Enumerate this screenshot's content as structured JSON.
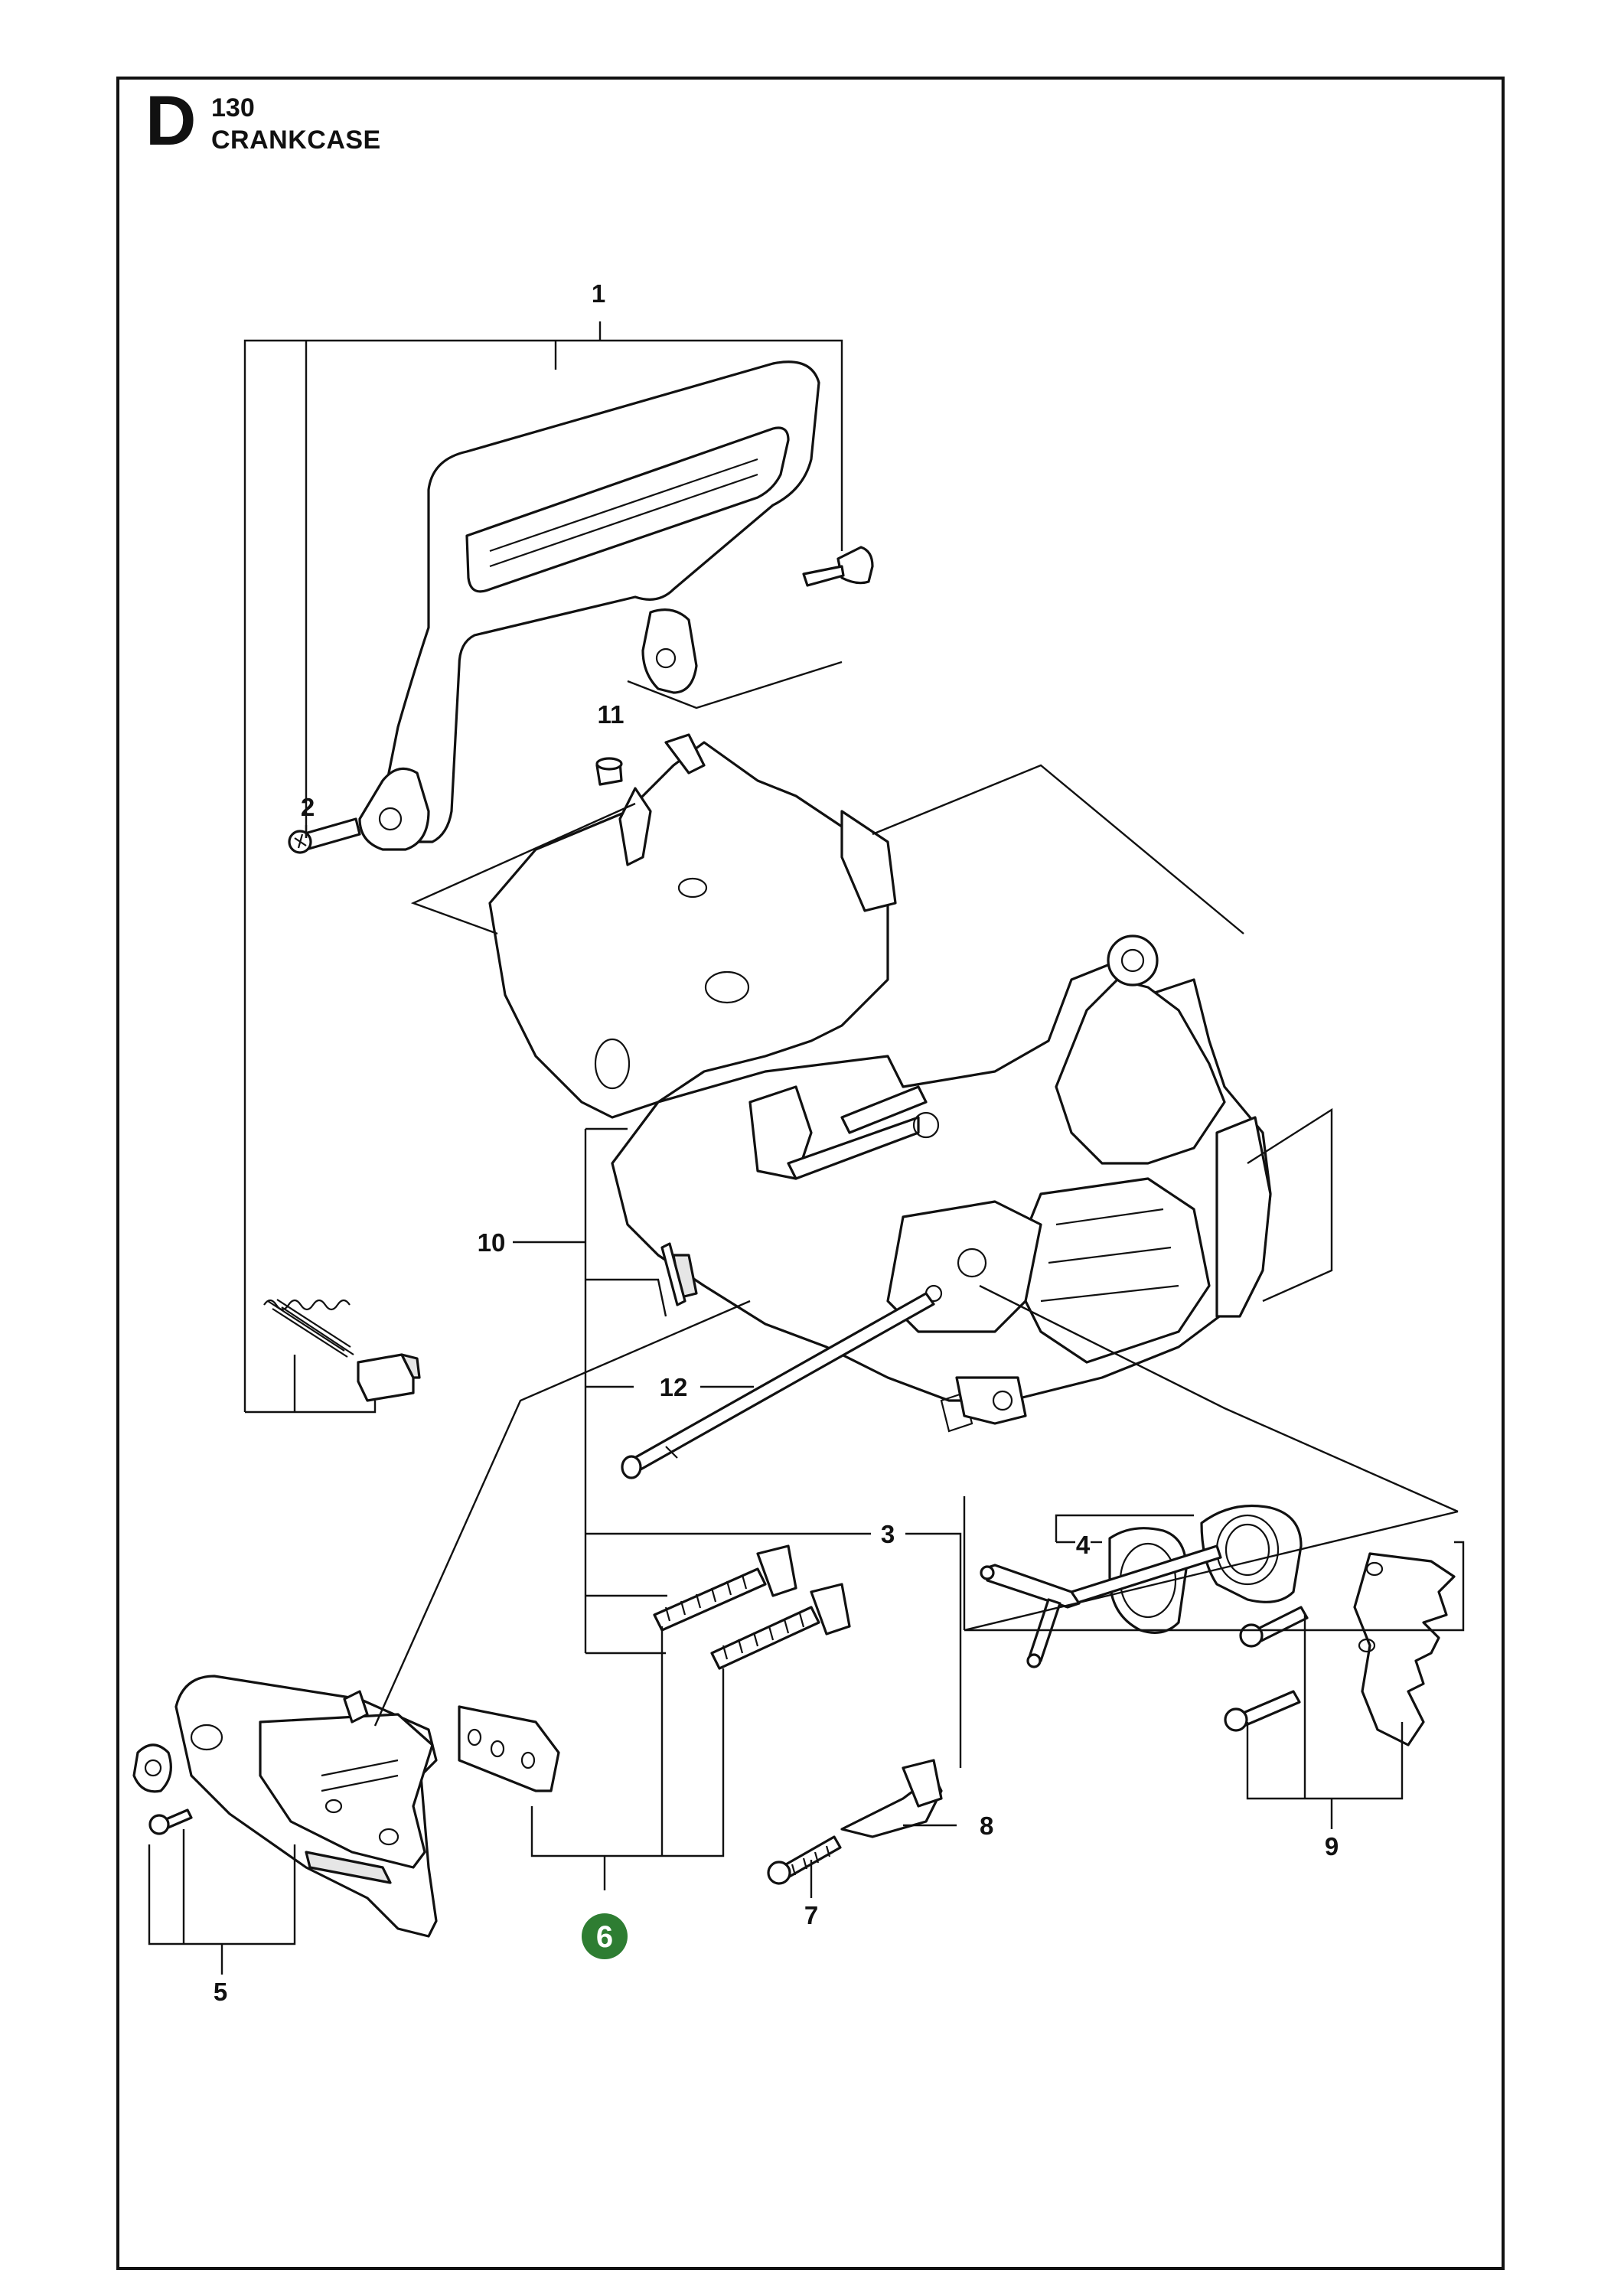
{
  "section": {
    "letter": "D",
    "number": "130",
    "title": "CRANKCASE"
  },
  "callouts": [
    {
      "id": "1",
      "label": "1"
    },
    {
      "id": "2",
      "label": "2"
    },
    {
      "id": "3",
      "label": "3"
    },
    {
      "id": "4",
      "label": "4"
    },
    {
      "id": "5",
      "label": "5"
    },
    {
      "id": "6",
      "label": "6",
      "highlighted": true
    },
    {
      "id": "7",
      "label": "7"
    },
    {
      "id": "8",
      "label": "8"
    },
    {
      "id": "9",
      "label": "9"
    },
    {
      "id": "10",
      "label": "10"
    },
    {
      "id": "11",
      "label": "11"
    },
    {
      "id": "12",
      "label": "12"
    }
  ],
  "colors": {
    "highlight": "#2e7d32",
    "line": "#111111",
    "background": "#ffffff"
  }
}
